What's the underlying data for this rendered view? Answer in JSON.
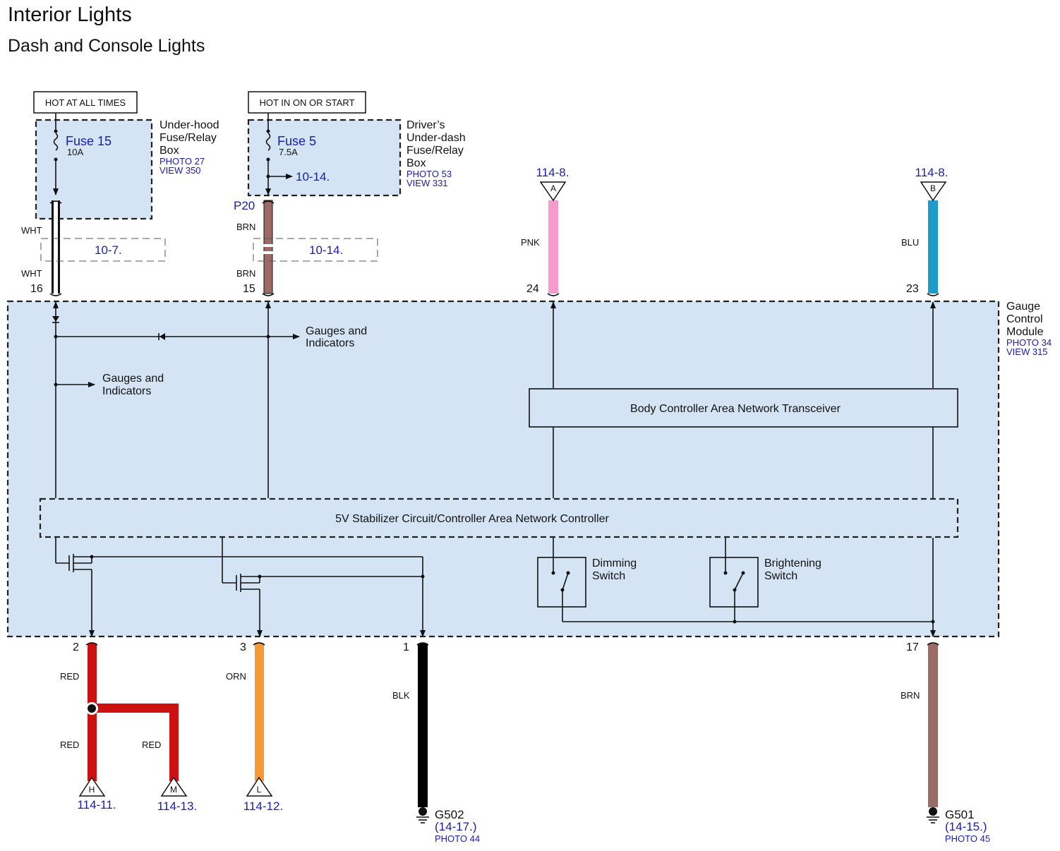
{
  "title": "Interior Lights",
  "subtitle": "Dash and Console Lights",
  "top_labels": {
    "hot_at_all_times": "HOT AT ALL TIMES",
    "hot_in_on_or_start": "HOT IN ON OR START"
  },
  "fuse15": {
    "name": "Fuse 15",
    "rating": "10A"
  },
  "fuse5": {
    "name": "Fuse 5",
    "rating": "7.5A",
    "ref": "10-14."
  },
  "underhood_box": {
    "line1": "Under-hood",
    "line2": "Fuse/Relay",
    "line3": "Box",
    "photo": "PHOTO 27",
    "view": "VIEW 350"
  },
  "underdash_box": {
    "line1": "Driver’s",
    "line2": "Under-dash",
    "line3": "Fuse/Relay",
    "line4": "Box",
    "photo": "PHOTO 53",
    "view": "VIEW 331"
  },
  "connector_p20": "P20",
  "wires": {
    "wht_top": "WHT",
    "wht_bottom": "WHT",
    "brn_top": "BRN",
    "brn_bottom": "BRN",
    "pnk": "PNK",
    "blu": "BLU",
    "red1": "RED",
    "red2": "RED",
    "red3": "RED",
    "orn": "ORN",
    "blk": "BLK",
    "brn_ground": "BRN"
  },
  "splice_refs": {
    "left": "10-7.",
    "right": "10-14."
  },
  "pins": {
    "p16": "16",
    "p15": "15",
    "p24": "24",
    "p23": "23",
    "p2": "2",
    "p3": "3",
    "p1": "1",
    "p17": "17"
  },
  "top_triangles": {
    "a": {
      "letter": "A",
      "ref": "114-8."
    },
    "b": {
      "letter": "B",
      "ref": "114-8."
    }
  },
  "module": {
    "line1": "Gauge",
    "line2": "Control",
    "line3": "Module",
    "photo": "PHOTO 34",
    "view": "VIEW 315"
  },
  "gauges1": {
    "line1": "Gauges and",
    "line2": "Indicators"
  },
  "gauges2": {
    "line1": "Gauges and",
    "line2": "Indicators"
  },
  "can_transceiver": "Body Controller Area Network Transceiver",
  "stabilizer": "5V Stabilizer Circuit/Controller Area Network Controller",
  "dimming": {
    "line1": "Dimming",
    "line2": "Switch"
  },
  "brightening": {
    "line1": "Brightening",
    "line2": "Switch"
  },
  "bottom_triangles": {
    "h": {
      "letter": "H",
      "ref": "114-11."
    },
    "m": {
      "letter": "M",
      "ref": "114-13."
    },
    "l": {
      "letter": "L",
      "ref": "114-12."
    }
  },
  "ground_g502": {
    "name": "G502",
    "ref": "(14-17.)",
    "photo": "PHOTO 44"
  },
  "ground_g501": {
    "name": "G501",
    "ref": "(14-15.)",
    "photo": "PHOTO 45"
  },
  "colors": {
    "panel_fill": "#d4e4f4",
    "wire_wht": "#ffffff",
    "wire_brn": "#9b6b66",
    "wire_pnk": "#f59acb",
    "wire_blu": "#1d9ccc",
    "wire_red": "#cc1111",
    "wire_orn": "#f59a36",
    "wire_blk": "#000000"
  }
}
